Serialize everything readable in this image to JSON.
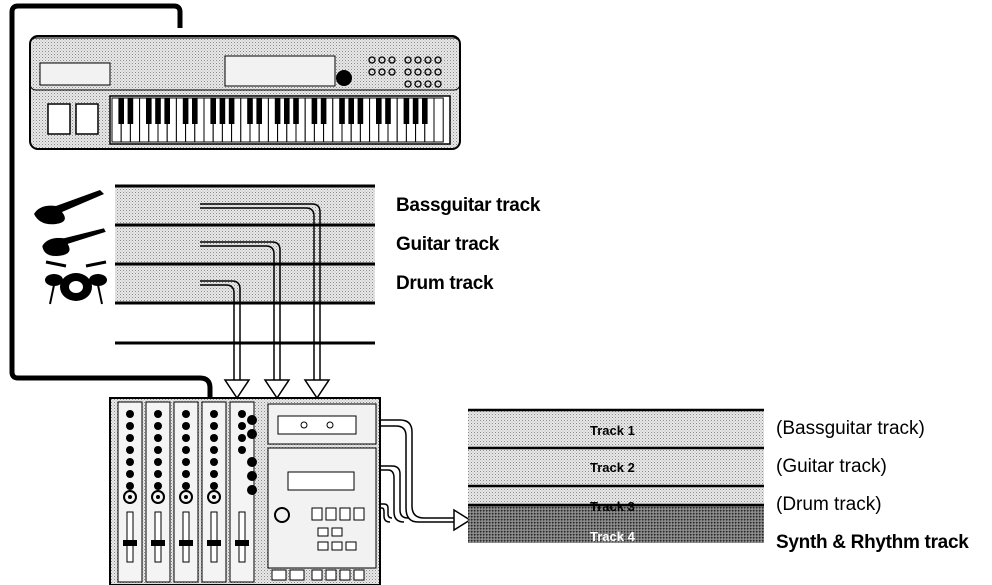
{
  "source_tracks": {
    "labels": [
      "Bassguitar track",
      "Guitar track",
      "Drum track"
    ]
  },
  "recorder_tracks": {
    "items": [
      {
        "bar_label": "Track 1",
        "side_label": "(Bassguitar track)"
      },
      {
        "bar_label": "Track 2",
        "side_label": "(Guitar track)"
      },
      {
        "bar_label": "Track 3",
        "side_label": "(Drum track)"
      },
      {
        "bar_label": "Track 4",
        "side_label": "Synth & Rhythm track"
      }
    ]
  },
  "icons": [
    "synthesizer-keyboard-icon",
    "bass-guitar-icon",
    "electric-guitar-icon",
    "drum-kit-icon",
    "mixer-recorder-icon",
    "arrow-icon"
  ],
  "colors": {
    "stipple_light": "#d9d9d9",
    "stipple_dark": "#6e6e6e",
    "line": "#000000"
  }
}
